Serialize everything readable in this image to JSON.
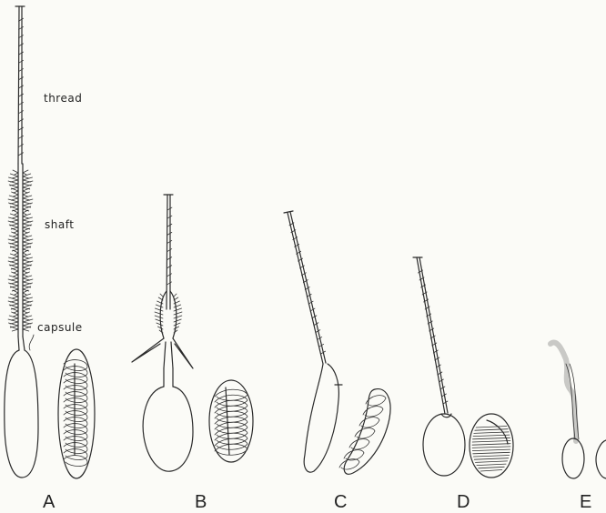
{
  "labels": {
    "thread": "thread",
    "shaft": "shaft",
    "capsule": "capsule"
  },
  "panels": {
    "a": "A",
    "b": "B",
    "c": "C",
    "d": "D",
    "e": "E"
  }
}
